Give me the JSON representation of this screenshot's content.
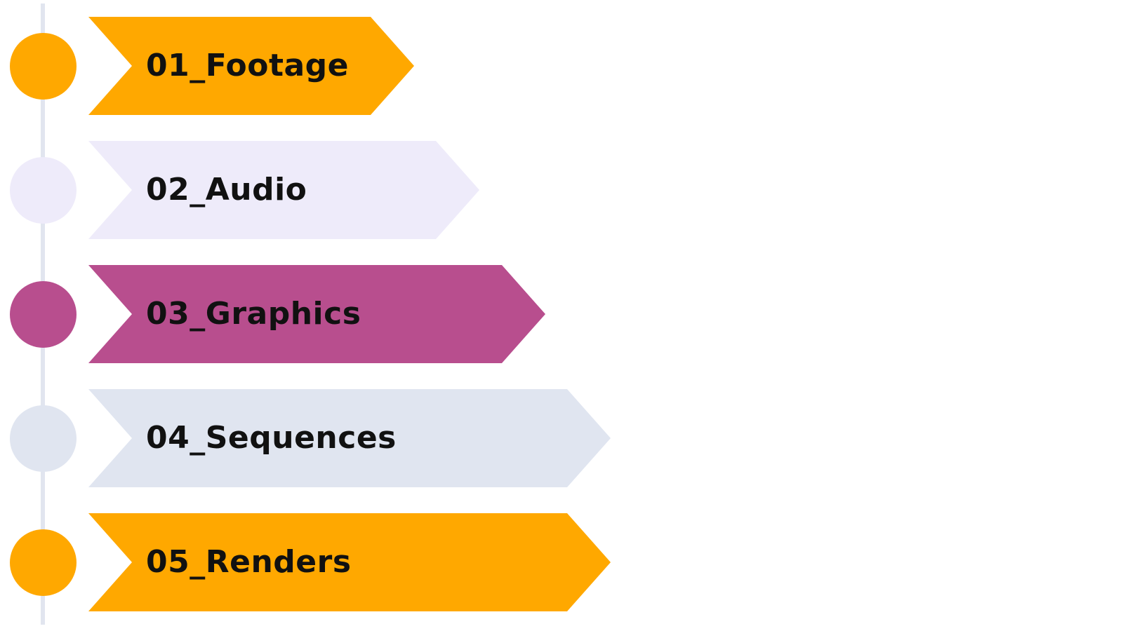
{
  "colors": {
    "orange": "#FFA800",
    "lavender": "#EEEBFA",
    "magenta": "#B84E8E",
    "grey": "#E0E5F0",
    "timeline": "#E1E5EF"
  },
  "steps": [
    {
      "label": "01_Footage",
      "color": "#FFA800",
      "length": 1
    },
    {
      "label": "02_Audio",
      "color": "#EEEBFA",
      "length": 2
    },
    {
      "label": "03_Graphics",
      "color": "#B84E8E",
      "length": 3
    },
    {
      "label": "04_Sequences",
      "color": "#E0E5F0",
      "length": 4
    },
    {
      "label": "05_Renders",
      "color": "#FFA800",
      "length": 4
    }
  ]
}
